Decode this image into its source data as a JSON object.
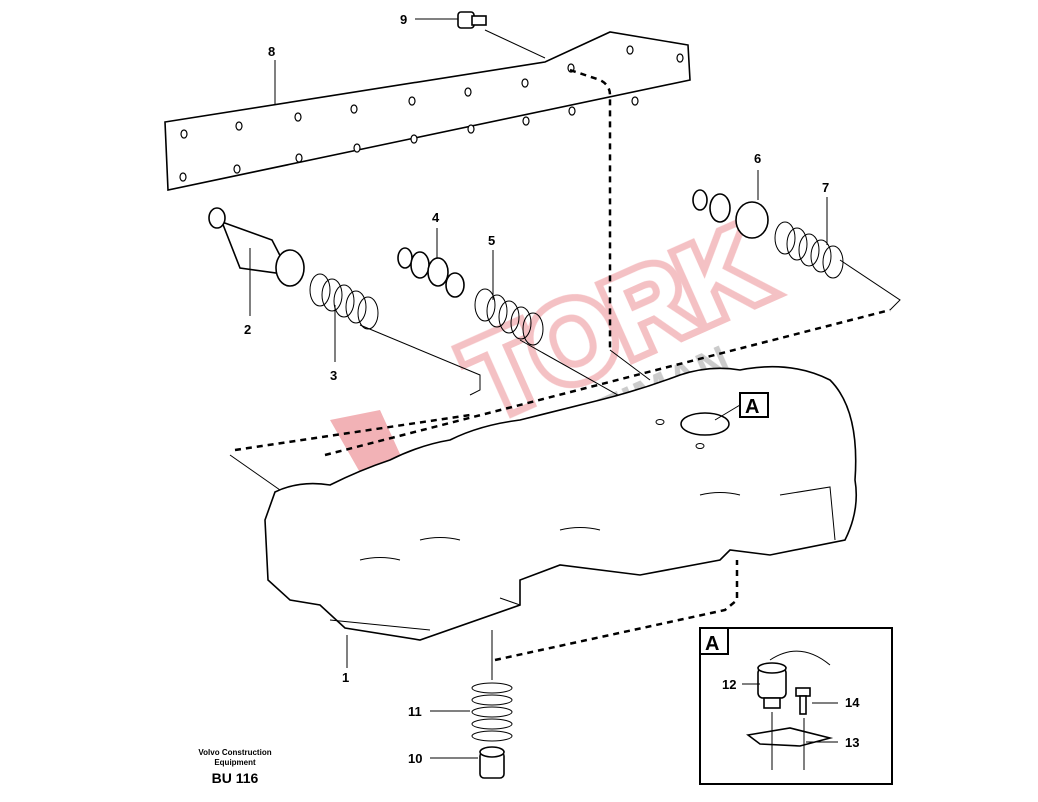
{
  "callouts": {
    "c1": "1",
    "c2": "2",
    "c3": "3",
    "c4": "4",
    "c5": "5",
    "c6": "6",
    "c7": "7",
    "c8": "8",
    "c9": "9",
    "c10": "10",
    "c11": "11",
    "c12": "12",
    "c13": "13",
    "c14": "14",
    "view_marker": "A",
    "detail_title": "A"
  },
  "footer": {
    "manufacturer": "Volvo Construction Equipment",
    "code": "BU 116"
  },
  "watermark": {
    "line1": "TORK",
    "line2": "ŞANZIMAN",
    "color_red": "#e8737a",
    "color_gray": "#a0a0a0"
  }
}
